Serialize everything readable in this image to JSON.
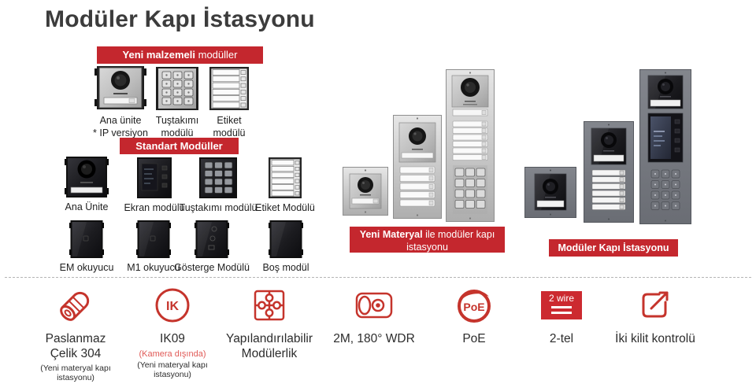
{
  "title": "Modüler Kapı İstasyonu",
  "colors": {
    "accent_red": "#c4272e",
    "icon_red": "#c5342c",
    "note_red": "#e05a57",
    "title_gray": "#3c3c3c"
  },
  "banners": {
    "new_modules": {
      "bold": "Yeni malzemeli",
      "rest": " modüller"
    },
    "standard_modules": "Standart Modüller",
    "steel_station": {
      "bold": "Yeni Materyal",
      "rest": " ile modüler kapı",
      "line2": "istasyonu"
    },
    "dark_station": "Modüler Kapı İstasyonu"
  },
  "module_groups": {
    "new_material": [
      {
        "label": "Ana ünite\n* IP versiyon"
      },
      {
        "label": "Tuştakımı\nmodülü"
      },
      {
        "label": "Etiket\nmodülü"
      }
    ],
    "standard_row1": [
      {
        "label": "Ana Ünite"
      },
      {
        "label": "Ekran modülü"
      },
      {
        "label": "Tuştakımı modülü"
      },
      {
        "label": "Etiket Modülü"
      }
    ],
    "standard_row2": [
      {
        "label": "EM okuyucu"
      },
      {
        "label": "M1 okuyucu"
      },
      {
        "label": "Gösterge Modülü"
      },
      {
        "label": "Boş modül"
      }
    ]
  },
  "features": [
    {
      "icon": "stainless-steel-icon",
      "title": "Paslanmaz\nÇelik 304",
      "note": "(Yeni materyal kapı\nistasyonu)"
    },
    {
      "icon": "ik09-rating-icon",
      "icon_text": "IK",
      "title": "IK09",
      "note_red": "(Kamera dışında)",
      "note": "(Yeni materyal kapı\nistasyonu)"
    },
    {
      "icon": "modularity-puzzle-icon",
      "title": "Yapılandırılabilir\nModülerlik"
    },
    {
      "icon": "camera-wdr-icon",
      "title": "2M, 180° WDR"
    },
    {
      "icon": "poe-icon",
      "icon_text": "PoE",
      "title": "PoE"
    },
    {
      "icon": "two-wire-icon",
      "icon_text": "2 wire",
      "title": "2-tel"
    },
    {
      "icon": "dual-lock-control-icon",
      "title": "İki kilit kontrolü"
    }
  ]
}
